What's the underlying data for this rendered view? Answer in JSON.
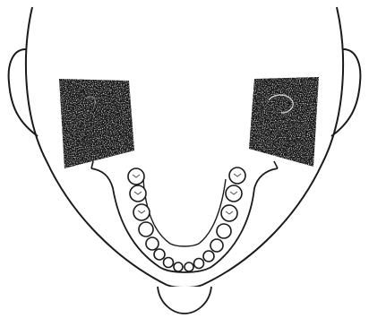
{
  "figure": {
    "description_colors": {
      "line": "#1a1a1a",
      "fill_dark": "#121212",
      "background": "#ffffff"
    },
    "icons": [
      "head-outline",
      "left-ear",
      "right-ear",
      "left-dark-region",
      "right-dark-region",
      "mandible-arch",
      "teeth",
      "tongue-tip"
    ],
    "lower_teeth_count": 16
  }
}
